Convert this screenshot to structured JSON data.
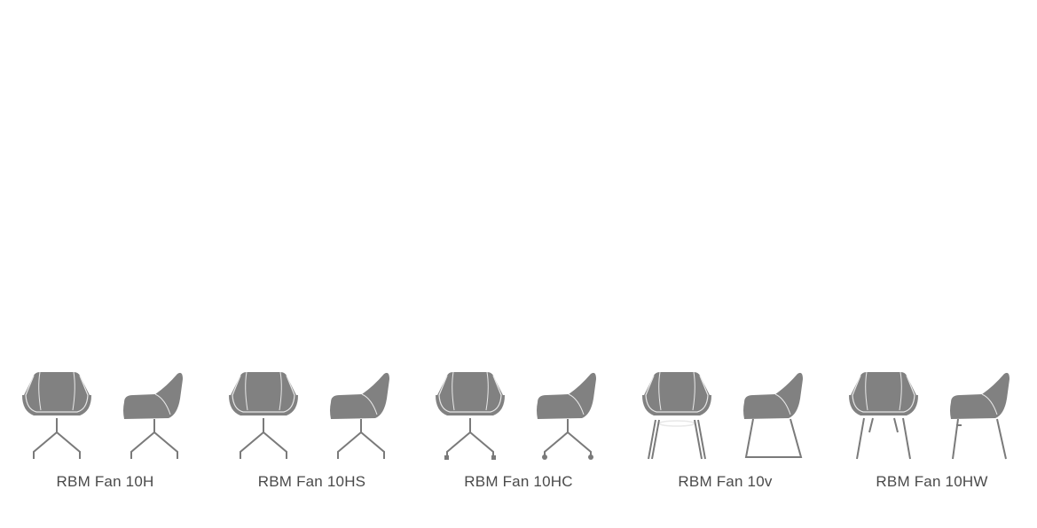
{
  "colors": {
    "background": "#ffffff",
    "chair_fill": "#818181",
    "chair_outline": "#e8e8e8",
    "leg_stroke": "#7a7a7a",
    "label_text": "#4a4a4a"
  },
  "variants": [
    {
      "label": "RBM Fan 10H",
      "base": "four-star"
    },
    {
      "label": "RBM Fan 10HS",
      "base": "four-star"
    },
    {
      "label": "RBM Fan 10HC",
      "base": "four-star-castors"
    },
    {
      "label": "RBM Fan 10v",
      "base": "sled"
    },
    {
      "label": "RBM Fan 10HW",
      "base": "four-legs"
    }
  ]
}
